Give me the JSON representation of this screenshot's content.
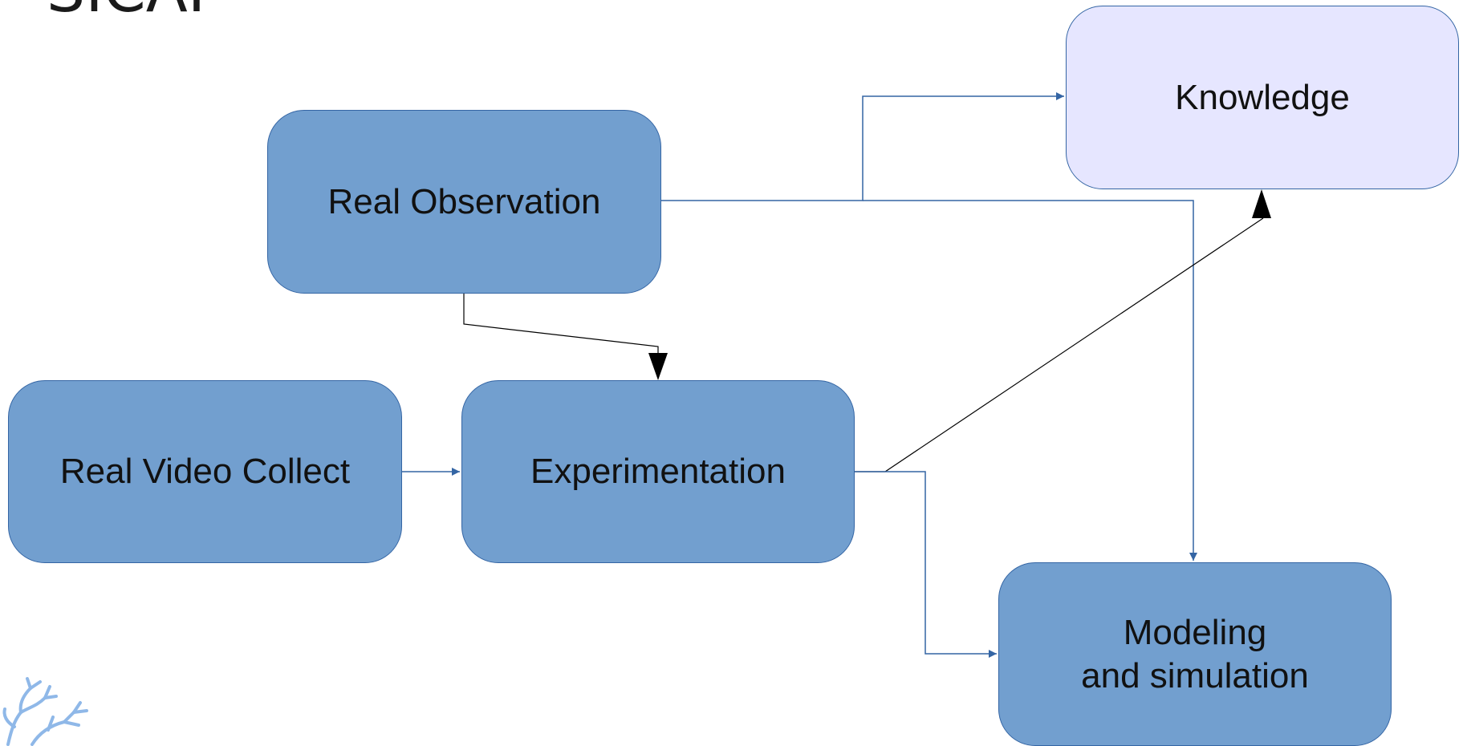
{
  "slide": {
    "title_fragment": "SICAI"
  },
  "nodes": {
    "real_observation": "Real Observation",
    "real_video_collect": "Real Video Collect",
    "experimentation": "Experimentation",
    "knowledge": "Knowledge",
    "modeling_simulation": "Modeling\nand simulation"
  },
  "colors": {
    "node_fill": "#729fcf",
    "node_fill_light": "#e6e6ff",
    "node_border": "#3465a4",
    "connector_blue": "#3465a4",
    "connector_black": "#000000",
    "logo": "#8fb8e8"
  },
  "icons": {
    "logo": "coral-logo-icon"
  }
}
